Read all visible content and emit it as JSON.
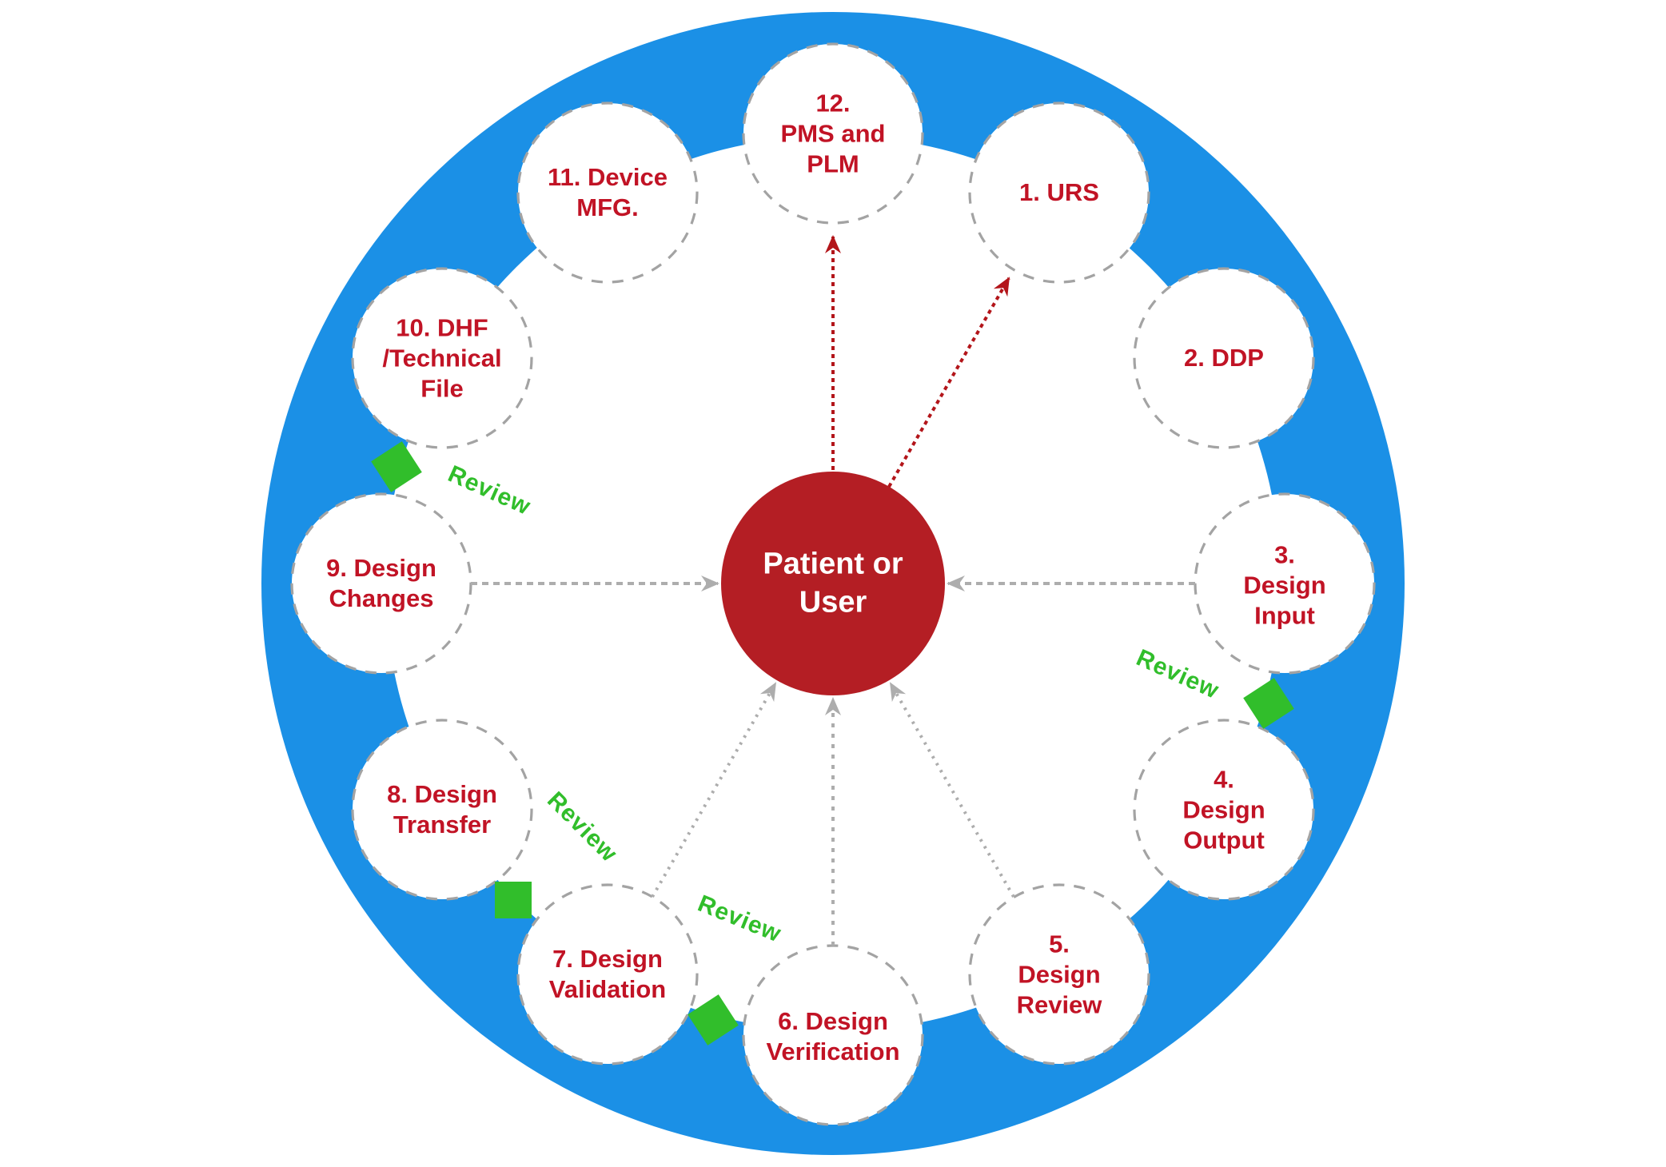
{
  "diagram": {
    "center": {
      "label": "Patient or\nUser"
    },
    "steps": [
      {
        "label": "1. URS"
      },
      {
        "label": "2. DDP"
      },
      {
        "label": "3.\nDesign\nInput"
      },
      {
        "label": "4.\nDesign\nOutput"
      },
      {
        "label": "5.\nDesign\nReview"
      },
      {
        "label": "6. Design\nVerification"
      },
      {
        "label": "7. Design\nValidation"
      },
      {
        "label": "8. Design\nTransfer"
      },
      {
        "label": "9. Design\nChanges"
      },
      {
        "label": "10. DHF\n/Technical\nFile"
      },
      {
        "label": "11. Device\nMFG."
      },
      {
        "label": "12.\nPMS and\nPLM"
      }
    ],
    "review_markers": [
      {
        "label": "Review",
        "between": "10-9"
      },
      {
        "label": "Review",
        "between": "3-4"
      },
      {
        "label": "Review",
        "between": "8-7"
      },
      {
        "label": "Review",
        "between": "7-6"
      }
    ],
    "colors": {
      "ring_blue": "#1B90E6",
      "node_text_red": "#C11325",
      "center_circle_red": "#B41E24",
      "arrow_red": "#B3151A",
      "arrow_gray": "#ADADAD",
      "node_border_gray": "#A3A3A3",
      "review_green": "#31BE2B"
    }
  }
}
